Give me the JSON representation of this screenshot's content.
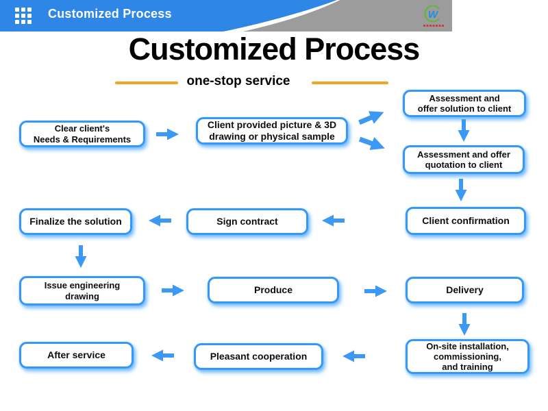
{
  "header": {
    "title": "Customized Process",
    "icons": {
      "apps_grid": "apps-grid-icon",
      "brand_logo": "brand-logo-icon"
    }
  },
  "page": {
    "title": "Customized Process",
    "subtitle": "one-stop service"
  },
  "colors": {
    "accent_blue": "#3b98f5",
    "header_blue": "#2e87e6",
    "header_gray": "#9c9c9c",
    "orange_dash": "#f5a320",
    "logo_green": "#5cb832",
    "logo_blue": "#1f8fe0",
    "logo_red": "#d03a3a"
  },
  "flow": {
    "nodes": [
      {
        "id": "clear-needs",
        "label": "Clear client's\nNeeds & Requirements"
      },
      {
        "id": "client-picture",
        "label": "Client provided picture & 3D\ndrawing or physical sample"
      },
      {
        "id": "assess-solution",
        "label": "Assessment and\noffer solution to client"
      },
      {
        "id": "assess-quotation",
        "label": "Assessment and offer\nquotation to client"
      },
      {
        "id": "client-confirmation",
        "label": "Client confirmation"
      },
      {
        "id": "sign-contract",
        "label": "Sign contract"
      },
      {
        "id": "finalize-solution",
        "label": "Finalize the solution"
      },
      {
        "id": "issue-drawing",
        "label": "Issue engineering\ndrawing"
      },
      {
        "id": "produce",
        "label": "Produce"
      },
      {
        "id": "delivery",
        "label": "Delivery"
      },
      {
        "id": "onsite-install",
        "label": "On-site installation,\ncommissioning,\nand training"
      },
      {
        "id": "pleasant-coop",
        "label": "Pleasant cooperation"
      },
      {
        "id": "after-service",
        "label": "After service"
      }
    ],
    "connections": [
      {
        "from": "clear-needs",
        "to": "client-picture",
        "direction": "right"
      },
      {
        "from": "client-picture",
        "to": "assess-solution",
        "direction": "up-right"
      },
      {
        "from": "client-picture",
        "to": "assess-quotation",
        "direction": "down-right"
      },
      {
        "from": "assess-solution",
        "to": "assess-quotation",
        "direction": "down"
      },
      {
        "from": "assess-quotation",
        "to": "client-confirmation",
        "direction": "down"
      },
      {
        "from": "client-confirmation",
        "to": "sign-contract",
        "direction": "left"
      },
      {
        "from": "sign-contract",
        "to": "finalize-solution",
        "direction": "left"
      },
      {
        "from": "finalize-solution",
        "to": "issue-drawing",
        "direction": "down"
      },
      {
        "from": "issue-drawing",
        "to": "produce",
        "direction": "right"
      },
      {
        "from": "produce",
        "to": "delivery",
        "direction": "right"
      },
      {
        "from": "delivery",
        "to": "onsite-install",
        "direction": "down"
      },
      {
        "from": "onsite-install",
        "to": "pleasant-coop",
        "direction": "left"
      },
      {
        "from": "pleasant-coop",
        "to": "after-service",
        "direction": "left"
      }
    ]
  }
}
